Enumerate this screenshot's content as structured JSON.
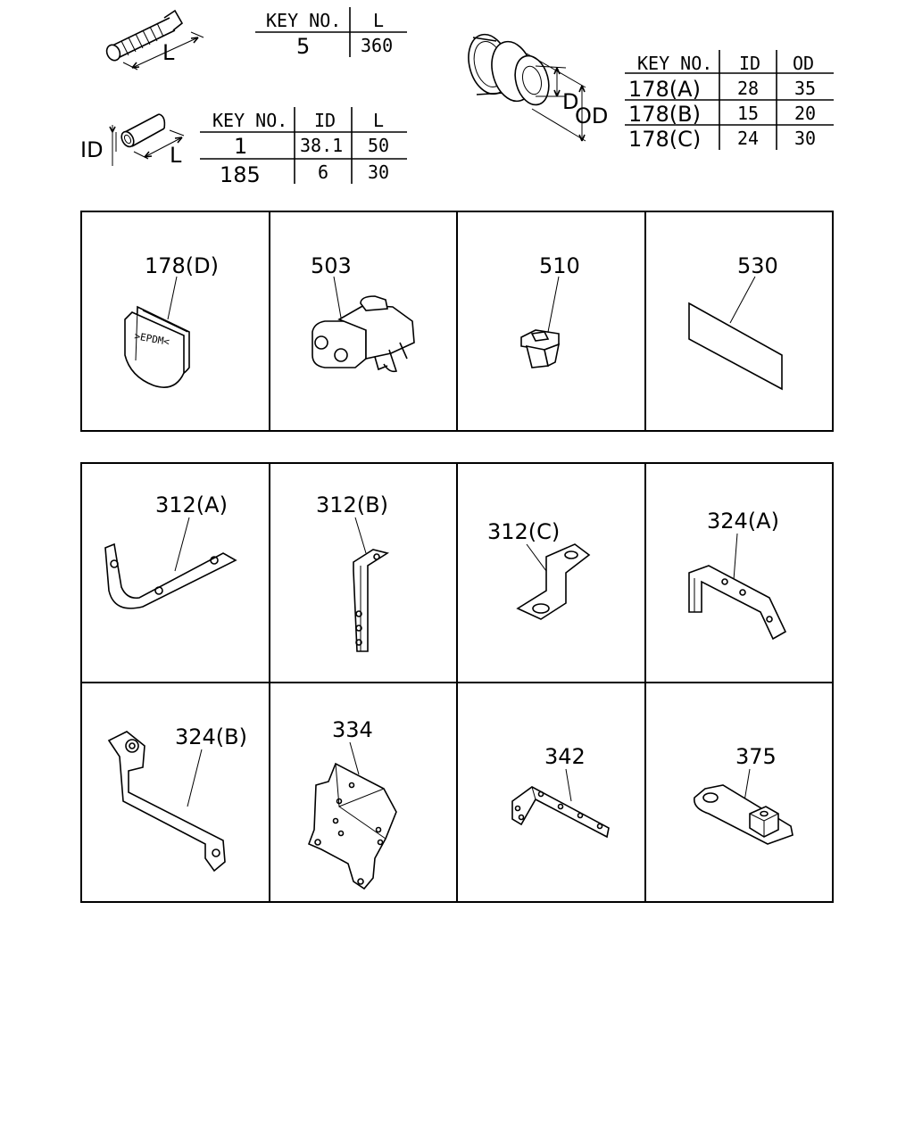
{
  "tables": {
    "part5": {
      "headers": [
        "KEY NO.",
        "L"
      ],
      "rows": [
        [
          "5",
          "360"
        ]
      ]
    },
    "part1_185": {
      "headers": [
        "KEY NO.",
        "ID",
        "L"
      ],
      "rows": [
        [
          "1",
          "38.1",
          "50"
        ],
        [
          "185",
          "6",
          "30"
        ]
      ]
    },
    "part178": {
      "headers": [
        "KEY NO.",
        "ID",
        "OD"
      ],
      "rows": [
        [
          "178(A)",
          "28",
          "35"
        ],
        [
          "178(B)",
          "15",
          "20"
        ],
        [
          "178(C)",
          "24",
          "30"
        ]
      ]
    }
  },
  "dimensions": {
    "length": "L",
    "inner_diameter": "ID",
    "inner_d": "D",
    "outer_diameter": "OD"
  },
  "part_labels": {
    "p178d": "178(D)",
    "p178d_text": ">EPDM<",
    "p503": "503",
    "p510": "510",
    "p530": "530",
    "p312a": "312(A)",
    "p312b": "312(B)",
    "p312c": "312(C)",
    "p324a": "324(A)",
    "p324b": "324(B)",
    "p334": "334",
    "p342": "342",
    "p375": "375"
  }
}
